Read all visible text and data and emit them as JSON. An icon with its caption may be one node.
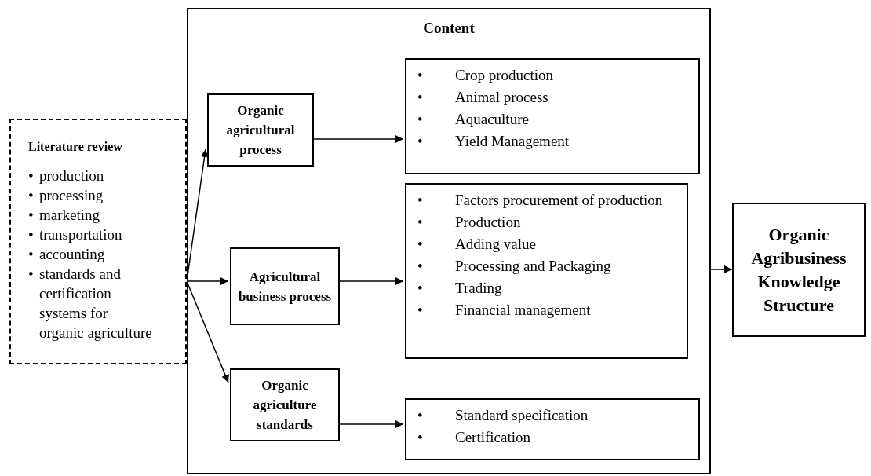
{
  "diagram": {
    "nodes": [
      {
        "text": [
          "Content"
        ]
      },
      {
        "text": [
          "Literature review",
          "• production",
          "• processing",
          "• marketing",
          "• transportation",
          "• accounting",
          "• standards and certification systems for organic agriculture"
        ]
      },
      {
        "text": [
          "Organic agricultural process"
        ],
        "in": 0
      },
      {
        "text": [
          "• Crop production",
          "• Animal process",
          "• Aquaculture",
          "• Yield Management"
        ],
        "in": 0
      },
      {
        "text": [
          "Agricultural business process"
        ],
        "in": 0
      },
      {
        "text": [
          "• Factors procurement of production",
          "• Production",
          "• Adding value",
          "• Processing and Packaging",
          "• Trading",
          "• Financial management"
        ],
        "in": 0
      },
      {
        "text": [
          "Organic agriculture standards"
        ],
        "in": 0
      },
      {
        "text": [
          "• Standard specification",
          "• Certification"
        ],
        "in": 0
      },
      {
        "text": [
          "Organic Agribusiness Knowledge Structure"
        ]
      }
    ],
    "edges": [
      {
        "from": 1,
        "to": 2,
        "arrow": "to"
      },
      {
        "from": 1,
        "to": 4,
        "arrow": "to"
      },
      {
        "from": 1,
        "to": 6,
        "arrow": "to"
      },
      {
        "from": 2,
        "to": 3,
        "arrow": "to"
      },
      {
        "from": 4,
        "to": 5,
        "arrow": "to"
      },
      {
        "from": 6,
        "to": 7,
        "arrow": "to"
      },
      {
        "from": 0,
        "to": 8,
        "arrow": "to"
      }
    ]
  }
}
